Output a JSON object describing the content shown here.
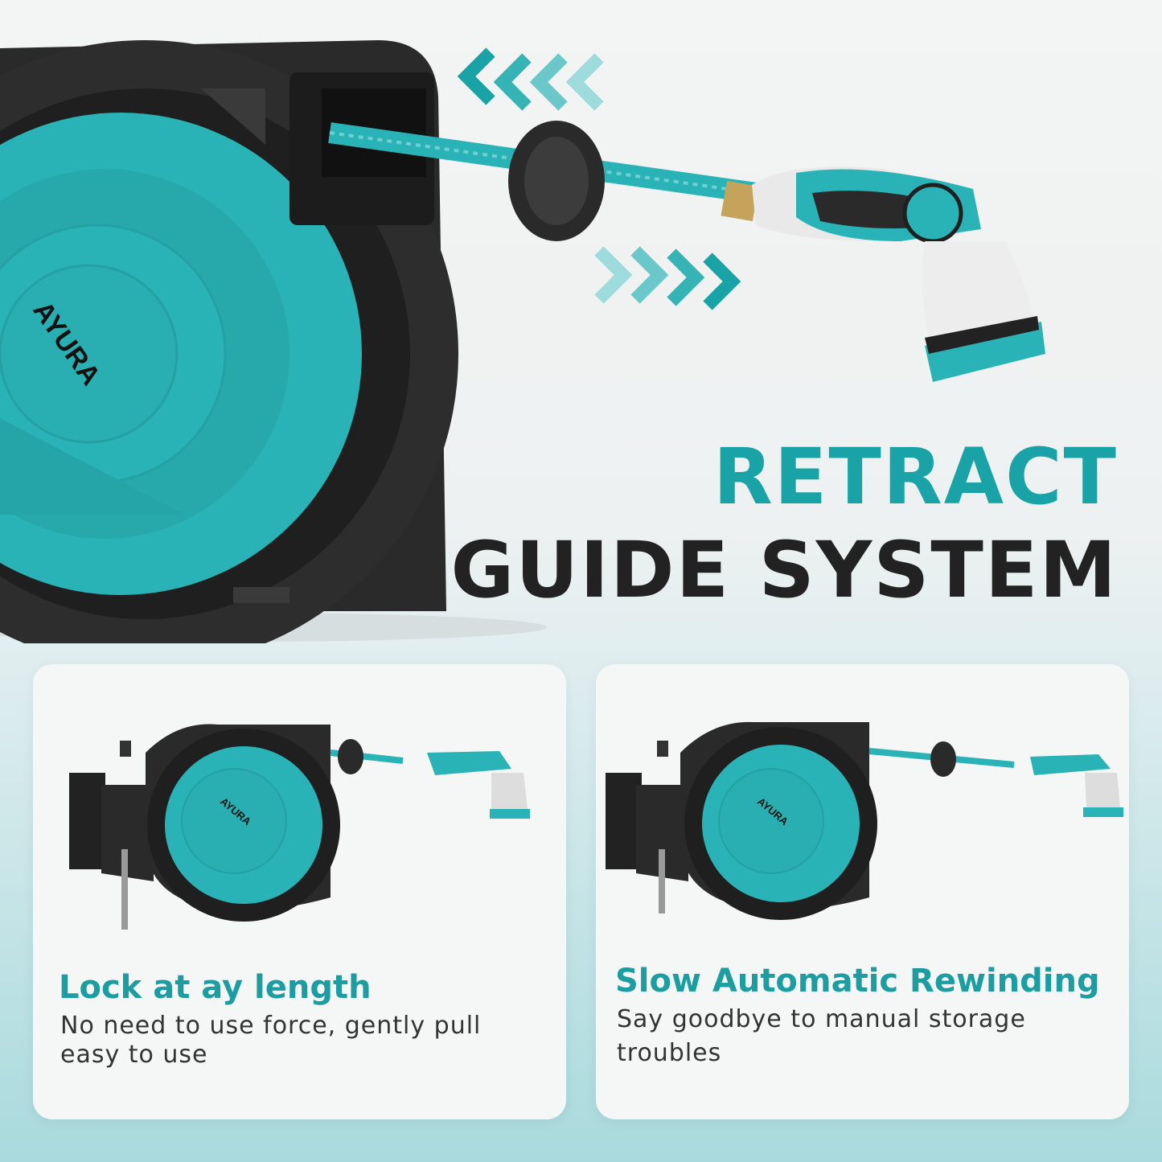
{
  "brand": {
    "name": "AYURA"
  },
  "headline": {
    "line1": "RETRACT",
    "line2": "GUIDE SYSTEM"
  },
  "features": [
    {
      "title": "Lock at ay length",
      "description_line1": "No need to use force, gently pull",
      "description_line2": "easy to use"
    },
    {
      "title": "Slow Automatic Rewinding",
      "description_line1": "Say goodbye to manual storage",
      "description_line2": "troubles"
    }
  ],
  "colors": {
    "teal": "#1aa3a6",
    "dark": "#222222",
    "reel_body": "#2a2a2a",
    "reel_teal": "#2ab3b6"
  },
  "icons": [
    "chevron-left-arrows-icon",
    "chevron-right-arrows-icon",
    "hose-reel-image",
    "spray-nozzle-image"
  ]
}
